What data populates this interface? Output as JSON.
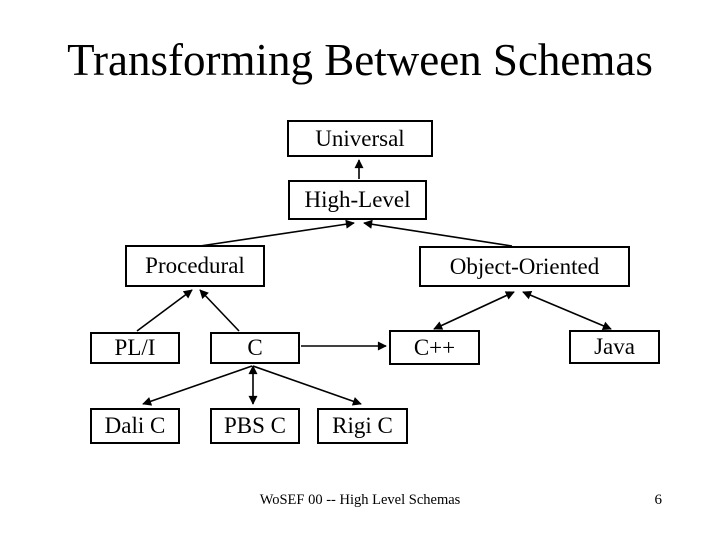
{
  "slide": {
    "title": "Transforming Between Schemas",
    "footer_label": "WoSEF 00 -- High Level Schemas",
    "page_number": "6",
    "colors": {
      "background": "#ffffff",
      "foreground": "#000000"
    }
  },
  "diagram": {
    "nodes": {
      "universal": {
        "label": "Universal"
      },
      "high_level": {
        "label": "High-Level"
      },
      "procedural": {
        "label": "Procedural"
      },
      "object_oriented": {
        "label": "Object-Oriented"
      },
      "pli": {
        "label": "PL/I"
      },
      "c": {
        "label": "C"
      },
      "cpp": {
        "label": "C++"
      },
      "java": {
        "label": "Java"
      },
      "dali_c": {
        "label": "Dali C"
      },
      "pbs_c": {
        "label": "PBS C"
      },
      "rigi_c": {
        "label": "Rigi C"
      }
    },
    "edges": [
      {
        "from": "High-Level",
        "to": "Universal",
        "arrows": "to"
      },
      {
        "from": "Procedural",
        "to": "High-Level",
        "arrows": "to"
      },
      {
        "from": "Object-Oriented",
        "to": "High-Level",
        "arrows": "to"
      },
      {
        "from": "PL/I",
        "to": "Procedural",
        "arrows": "to"
      },
      {
        "from": "C",
        "to": "Procedural",
        "arrows": "to"
      },
      {
        "from": "C++",
        "to": "Object-Oriented",
        "arrows": "both"
      },
      {
        "from": "Java",
        "to": "Object-Oriented",
        "arrows": "both"
      },
      {
        "from": "C",
        "to": "C++",
        "arrows": "to"
      },
      {
        "from": "C",
        "to": "Dali C",
        "arrows": "to"
      },
      {
        "from": "C",
        "to": "PBS C",
        "arrows": "both"
      },
      {
        "from": "C",
        "to": "Rigi C",
        "arrows": "to"
      }
    ]
  }
}
